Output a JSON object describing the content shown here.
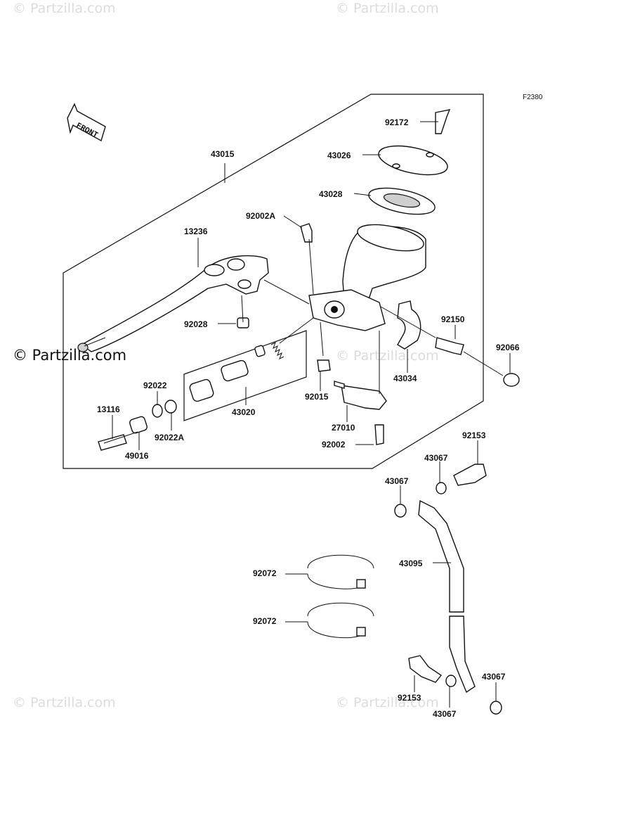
{
  "watermarks": {
    "top_left": "© Partzilla.com",
    "top_center": "© Partzilla.com",
    "middle_left": "© Partzilla.com",
    "middle_center": "© Partzilla.com",
    "bottom_left": "© Partzilla.com",
    "bottom_center": "© Partzilla.com"
  },
  "figure_code": "F2380",
  "direction_label": "FRONT",
  "callouts": {
    "p92172": "92172",
    "p43026": "43026",
    "p43015": "43015",
    "p43028": "43028",
    "p92002A": "92002A",
    "p13236": "13236",
    "p92028": "92028",
    "p92150": "92150",
    "p92066": "92066",
    "p92022": "92022",
    "p43034": "43034",
    "p92015": "92015",
    "p13116": "13116",
    "p43020": "43020",
    "p92022A": "92022A",
    "p49016": "49016",
    "p27010": "27010",
    "p92002": "92002",
    "p92153_top": "92153",
    "p43067_a": "43067",
    "p43067_b": "43067",
    "p43095": "43095",
    "p92072_a": "92072",
    "p92072_b": "92072",
    "p43067_c": "43067",
    "p92153_bottom": "92153",
    "p43067_d": "43067"
  }
}
